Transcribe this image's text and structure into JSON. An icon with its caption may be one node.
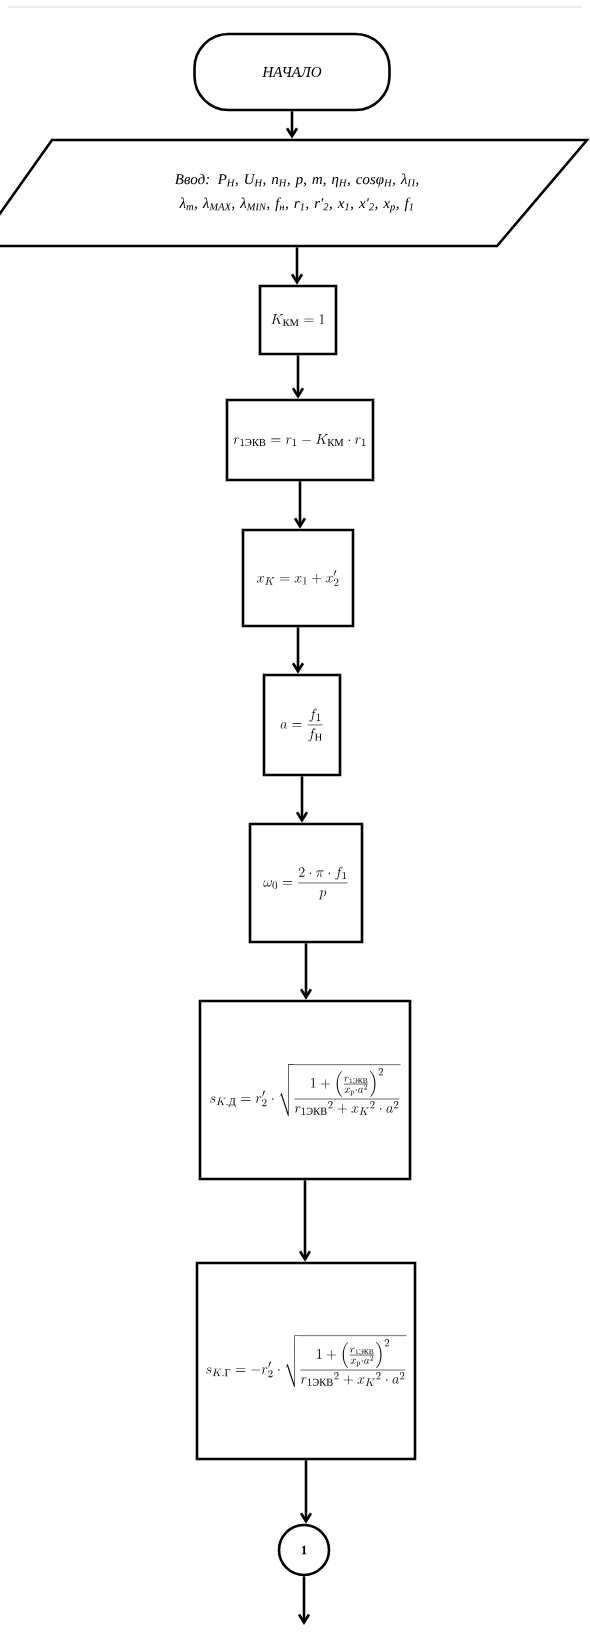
{
  "diagram": {
    "nodes": [
      {
        "text": [
          "НАЧАЛО"
        ]
      },
      {
        "text": [
          "Ввод: P$_{Н}$, U$_{Н}$, n$_{Н}$, p, m, η$_{Н}$, cosφ$_{Н}$, λ$_{П}$, λ$_{m}$, λ$_{MAX}$, λ$_{MIN}$, f$_{н}$, r$_{1}$, r′$_{2}$, x$_{1}$, x′$_{2}$, x$_{р}$, f$_{1}$"
        ]
      },
      {
        "text": [
          "K_{\\text{КМ}} = 1"
        ]
      },
      {
        "text": [
          "r_{1\\text{ЭКВ}} = r_1 - K_{\\text{КМ}} \\cdot r_1"
        ]
      },
      {
        "text": [
          "x_{K} = x_1 + x'_2"
        ]
      },
      {
        "text": [
          "a = \\frac{f_1}{f_{\\text{Н}}}"
        ]
      },
      {
        "text": [
          "\\omega_0 = \\frac{2 \\cdot \\pi \\cdot f_1}{p}"
        ]
      },
      {
        "text": [
          "s_{K.\\text{Д}} = r'_2 \\cdot \\sqrt{\\frac{1 + \\left(\\frac{r_{1\\text{ЭКВ}}}{x_{\\text{р}} \\cdot a^2}\\right)^2}{{r_{1\\text{ЭКВ}}}^2 + {x_K}^2 \\cdot a^2}}"
        ]
      },
      {
        "text": [
          "s_{K.\\text{Г}} = -r'_2 \\cdot \\sqrt{\\frac{1 + \\left(\\frac{r_{1\\text{ЭКВ}}}{x_{\\text{р}} \\cdot a^2}\\right)^2}{{r_{1\\text{ЭКВ}}}^2 + {x_K}^2 \\cdot a^2}}"
        ]
      },
      {
        "text": [
          "1"
        ]
      }
    ],
    "edges": [
      {
        "from": 0,
        "to": 1,
        "arrow": "to"
      },
      {
        "from": 1,
        "to": 2,
        "arrow": "to"
      },
      {
        "from": 2,
        "to": 3,
        "arrow": "to"
      },
      {
        "from": 3,
        "to": 4,
        "arrow": "to"
      },
      {
        "from": 4,
        "to": 5,
        "arrow": "to"
      },
      {
        "from": 5,
        "to": 6,
        "arrow": "to"
      },
      {
        "from": 6,
        "to": 7,
        "arrow": "to"
      },
      {
        "from": 7,
        "to": 8,
        "arrow": "to"
      },
      {
        "from": 8,
        "to": 9,
        "arrow": "to"
      },
      {
        "from": 9,
        "to": null,
        "arrow": "to"
      }
    ]
  }
}
